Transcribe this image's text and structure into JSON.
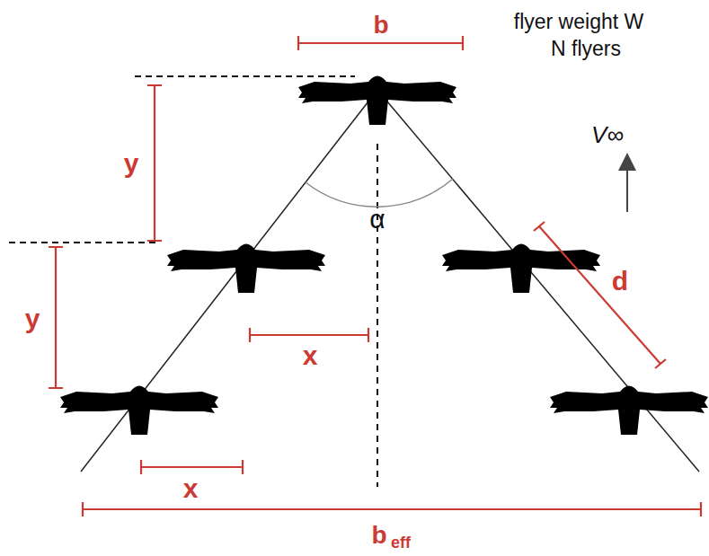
{
  "diagram": {
    "labels": [
      "b",
      "flyer weight W",
      "N flyers",
      "V∞",
      "y",
      "y",
      "α",
      "x",
      "x",
      "d",
      "b",
      "eff"
    ]
  }
}
